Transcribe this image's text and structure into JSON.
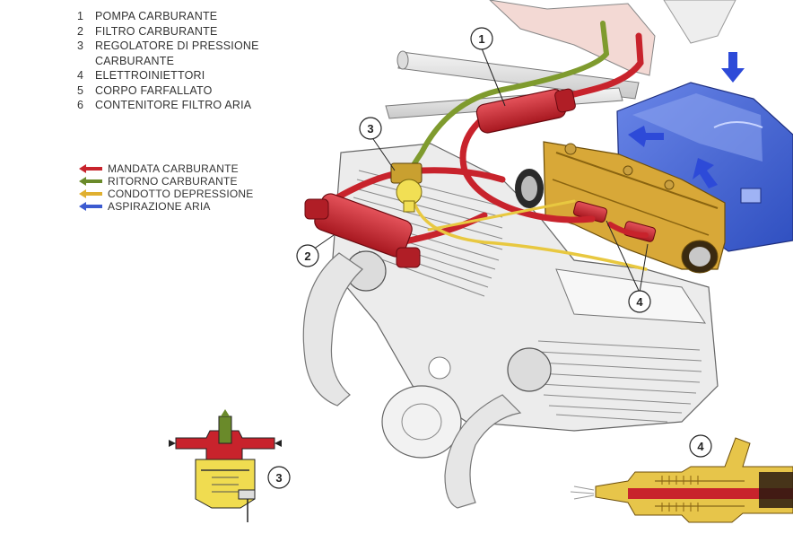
{
  "parts": [
    {
      "num": "1",
      "label": "POMPA CARBURANTE"
    },
    {
      "num": "2",
      "label": "FILTRO CARBURANTE"
    },
    {
      "num": "3",
      "label": "REGOLATORE DI PRESSIONE CARBURANTE"
    },
    {
      "num": "4",
      "label": "ELETTROINIETTORI"
    },
    {
      "num": "5",
      "label": "CORPO FARFALLATO"
    },
    {
      "num": "6",
      "label": "CONTENITORE FILTRO ARIA"
    }
  ],
  "legend": [
    {
      "label": "MANDATA CARBURANTE",
      "color": "#c8232c"
    },
    {
      "label": "RITORNO CARBURANTE",
      "color": "#6a8a2a"
    },
    {
      "label": "CONDOTTO DEPRESSIONE",
      "color": "#e0b030"
    },
    {
      "label": "ASPIRAZIONE ARIA",
      "color": "#3c5bd0"
    }
  ],
  "callouts": {
    "c1": "1",
    "c2": "2",
    "c3": "3",
    "c4": "4",
    "c3_detail": "3",
    "c4_detail": "4"
  }
}
